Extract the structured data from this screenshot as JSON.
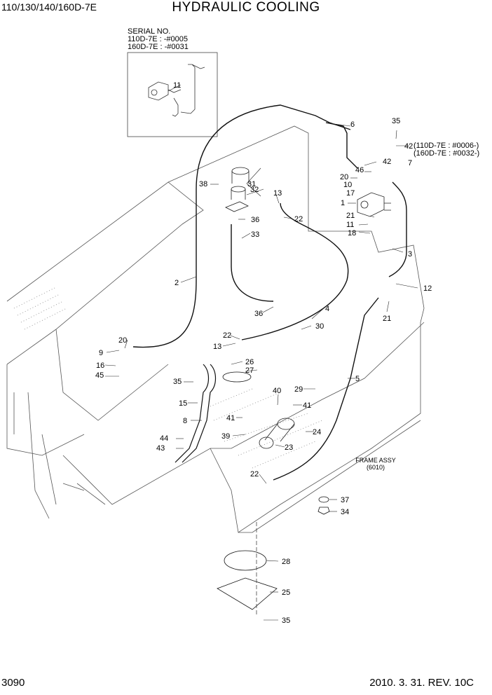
{
  "header": {
    "model": "110/130/140/160D-7E",
    "title": "HYDRAULIC COOLING"
  },
  "inset": {
    "heading": "SERIAL NO.",
    "line1": "110D-7E : -#0005",
    "line2": "160D-7E : -#0031"
  },
  "notes": {
    "item42_line1": "(110D-7E : #0006-)",
    "item42_line2": "(160D-7E : #0032-)"
  },
  "frame_label": {
    "line1": "FRAME ASSY",
    "line2": "(6010)"
  },
  "callouts": [
    "11",
    "6",
    "35",
    "42",
    "42",
    "7",
    "20",
    "46",
    "38",
    "31",
    "10",
    "17",
    "13",
    "32",
    "1",
    "22",
    "36",
    "21",
    "33",
    "11",
    "18",
    "3",
    "2",
    "12",
    "21",
    "4",
    "36",
    "20",
    "30",
    "22",
    "9",
    "13",
    "26",
    "16",
    "27",
    "45",
    "5",
    "35",
    "29",
    "40",
    "15",
    "41",
    "8",
    "41",
    "24",
    "39",
    "44",
    "23",
    "43",
    "22",
    "37",
    "34",
    "28",
    "25",
    "35"
  ],
  "footer": {
    "page": "3090",
    "revision": "2010. 3. 31. REV. 10C"
  }
}
